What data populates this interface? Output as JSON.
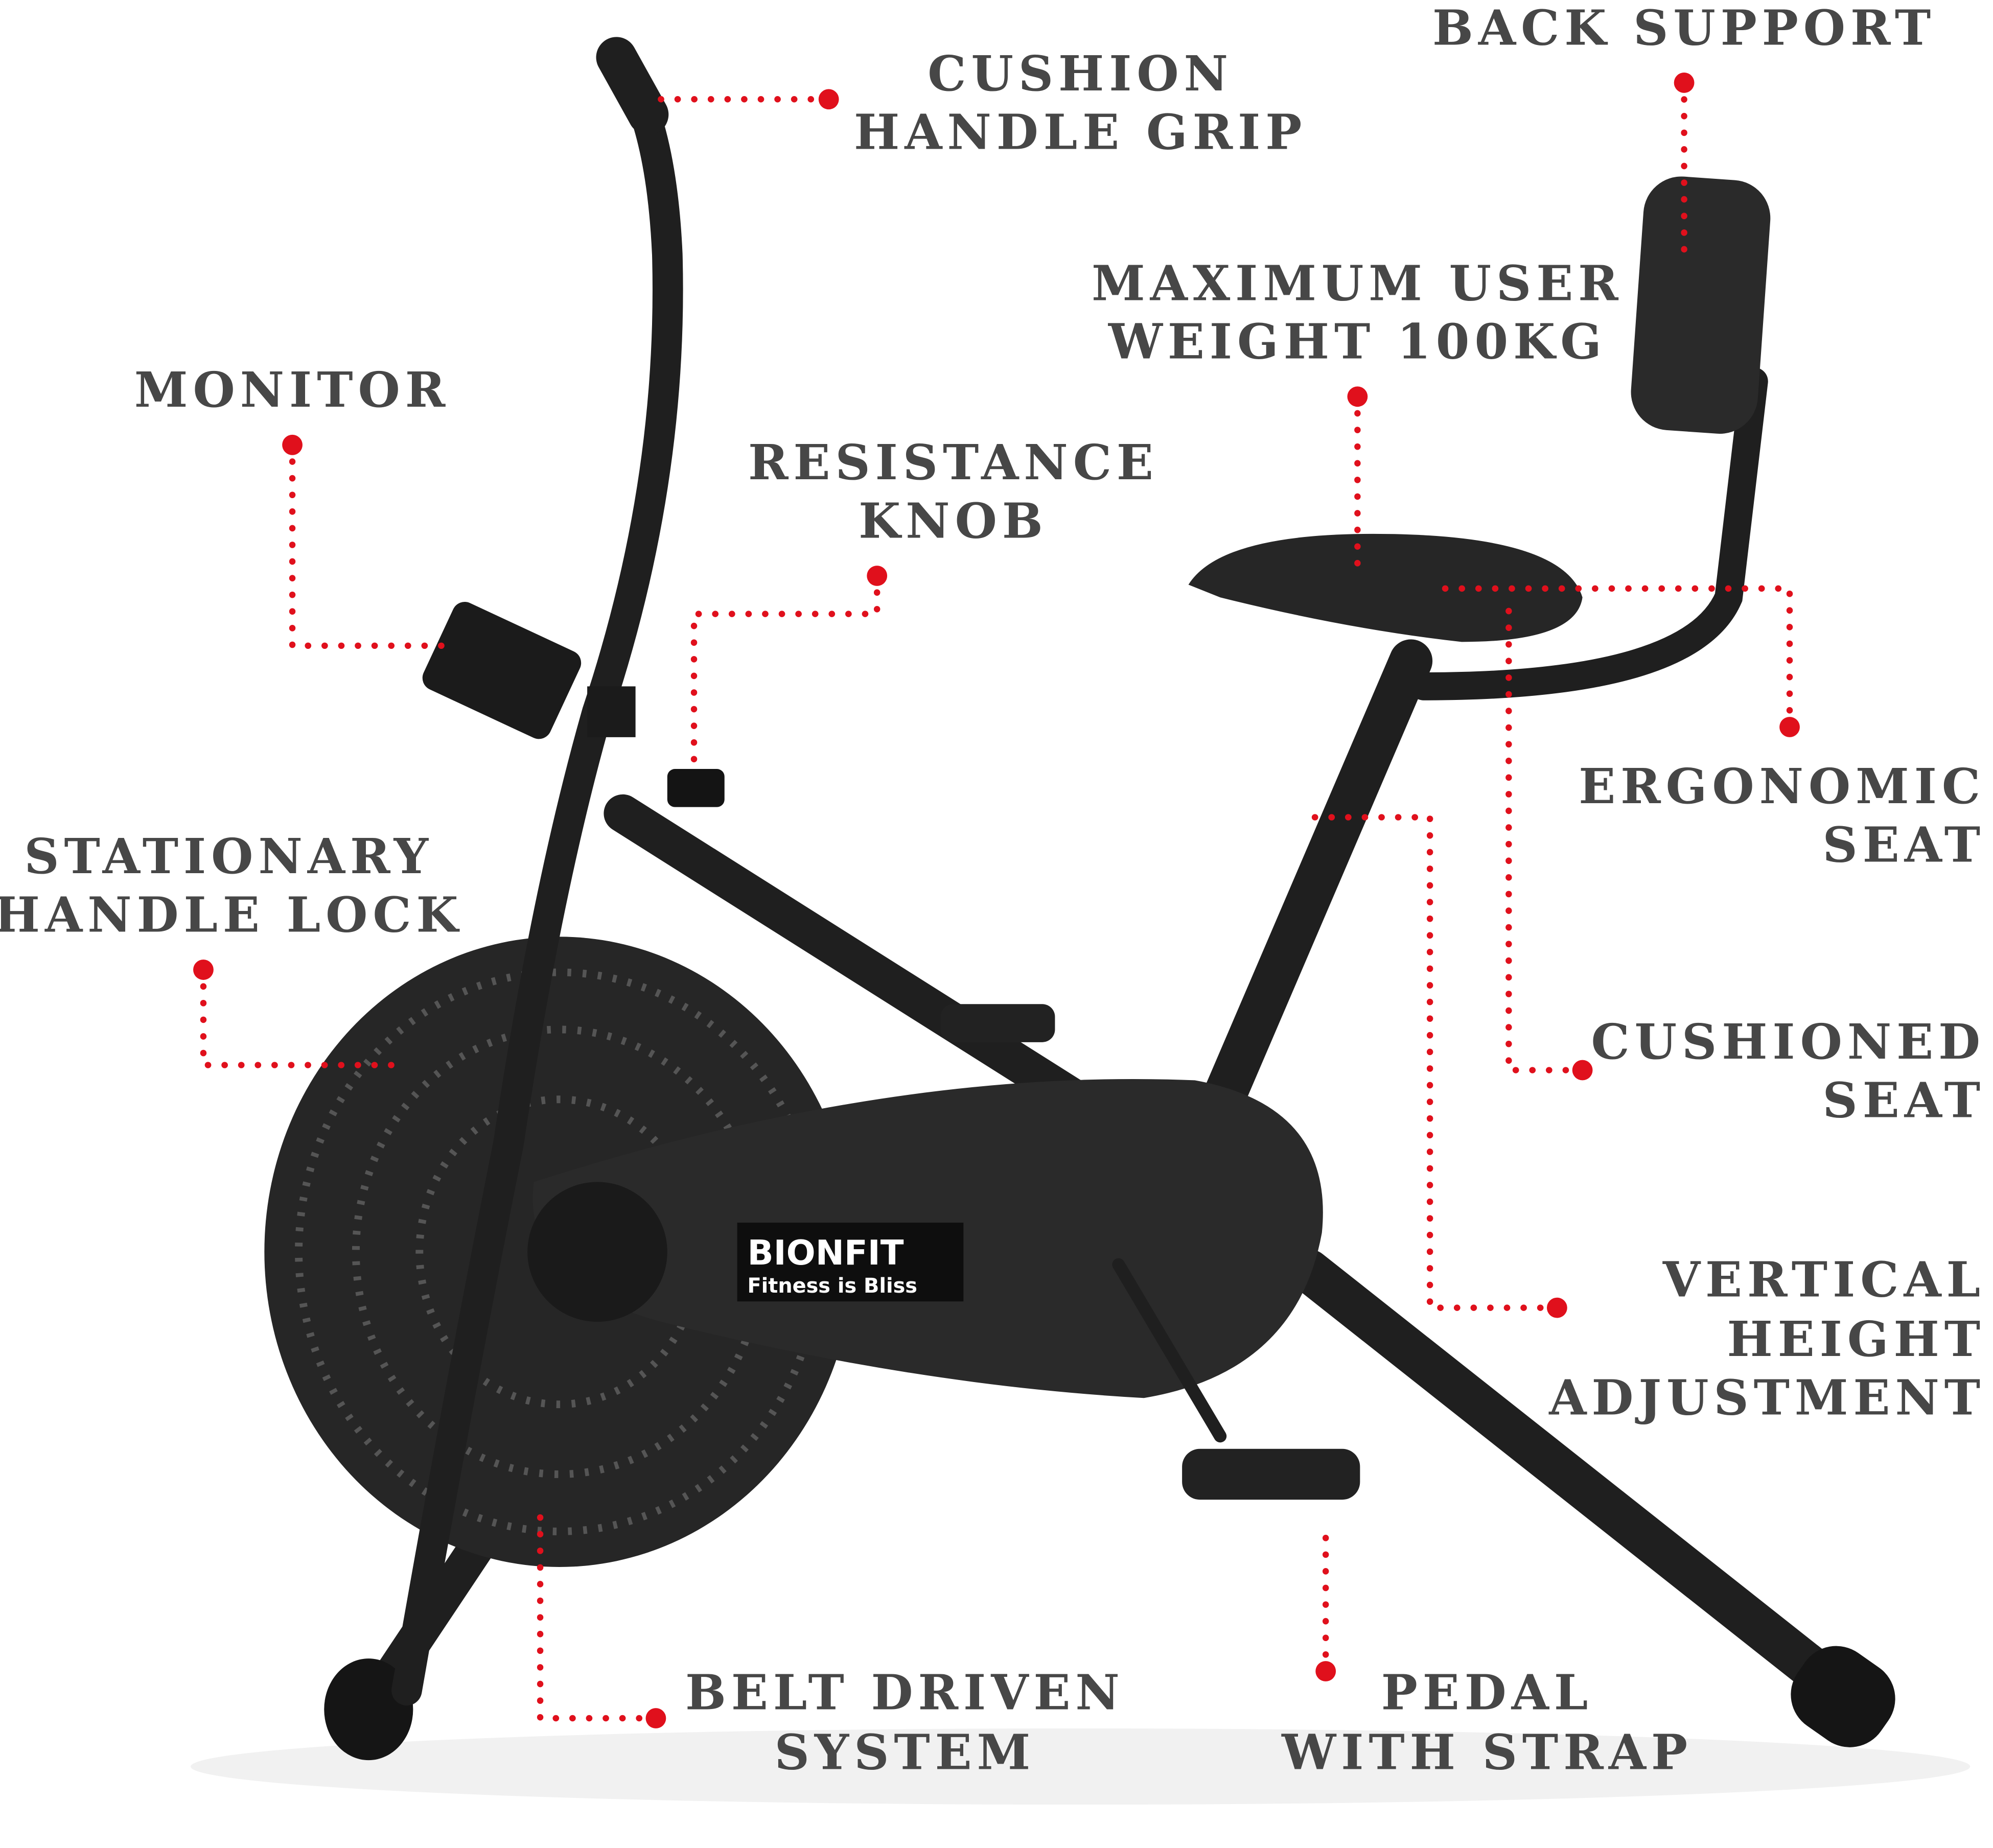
{
  "labels": {
    "cushion_handle_grip": [
      "CUSHION",
      "HANDLE GRIP"
    ],
    "back_support": [
      "BACK SUPPORT"
    ],
    "maximum_user_weight": [
      "MAXIMUM USER",
      "WEIGHT 100KG"
    ],
    "monitor": [
      "MONITOR"
    ],
    "resistance_knob": [
      "RESISTANCE",
      "KNOB"
    ],
    "ergonomic_seat": [
      "ERGONOMIC",
      "SEAT"
    ],
    "stationary_handle_lock": [
      "STATIONARY",
      "HANDLE LOCK"
    ],
    "cushioned_seat": [
      "CUSHIONED",
      "SEAT"
    ],
    "vertical_height_adjustment": [
      "VERTICAL",
      "HEIGHT",
      "ADJUSTMENT"
    ],
    "belt_driven_system": [
      "BELT DRIVEN",
      "SYSTEM"
    ],
    "pedal_with_strap": [
      "PEDAL",
      "WITH STRAP"
    ]
  },
  "logo": {
    "brand": "BIONFIT",
    "tagline": "Fitness is Bliss"
  },
  "colors": {
    "callout": "#e0101c",
    "text": "#474747",
    "bike": "#1f1f1f"
  }
}
